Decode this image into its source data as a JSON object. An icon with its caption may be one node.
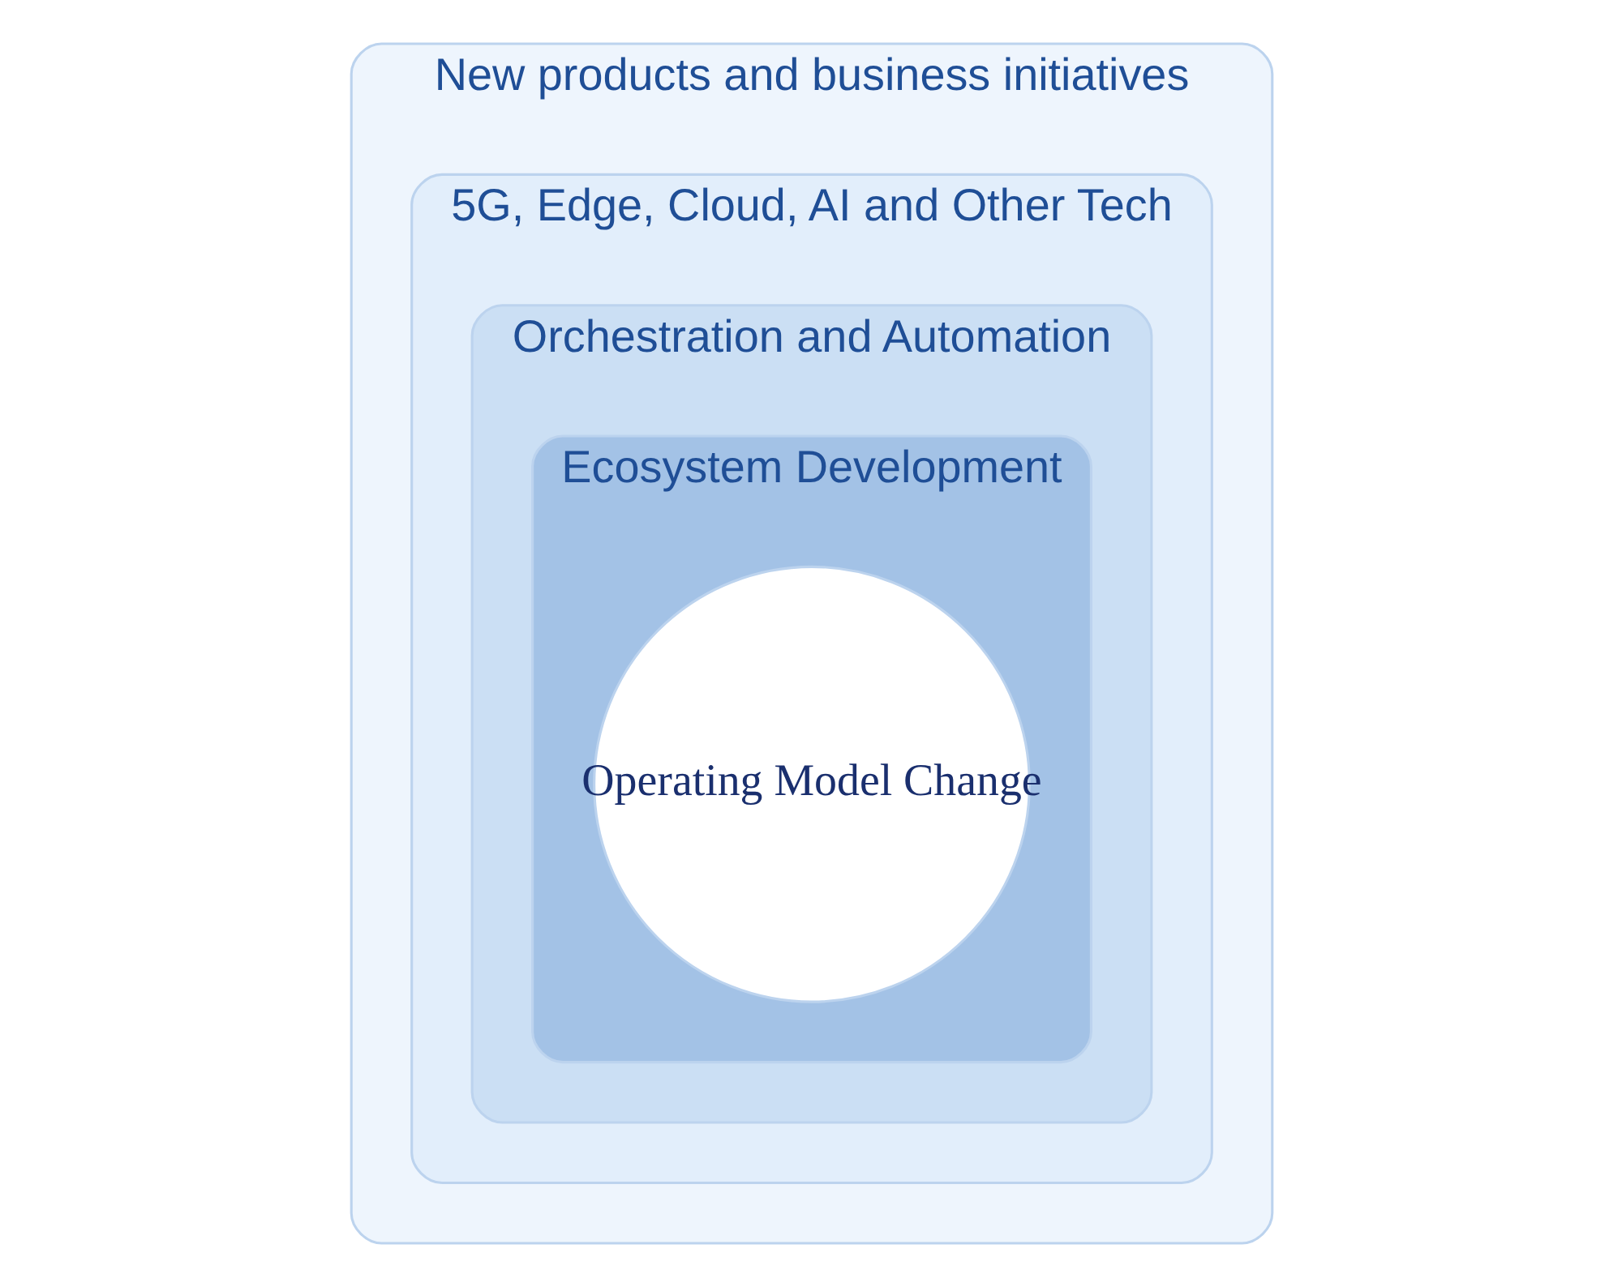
{
  "diagram": {
    "nodes": [
      {
        "text": [
          "New products and business initiatives"
        ]
      },
      {
        "text": [
          "5G, Edge, Cloud, AI and Other Tech"
        ],
        "in": 0
      },
      {
        "text": [
          "Orchestration and Automation"
        ],
        "in": 1
      },
      {
        "text": [
          "Ecosystem Development"
        ],
        "in": 2
      },
      {
        "text": [
          "Operating Model Change"
        ],
        "in": 3
      }
    ]
  }
}
